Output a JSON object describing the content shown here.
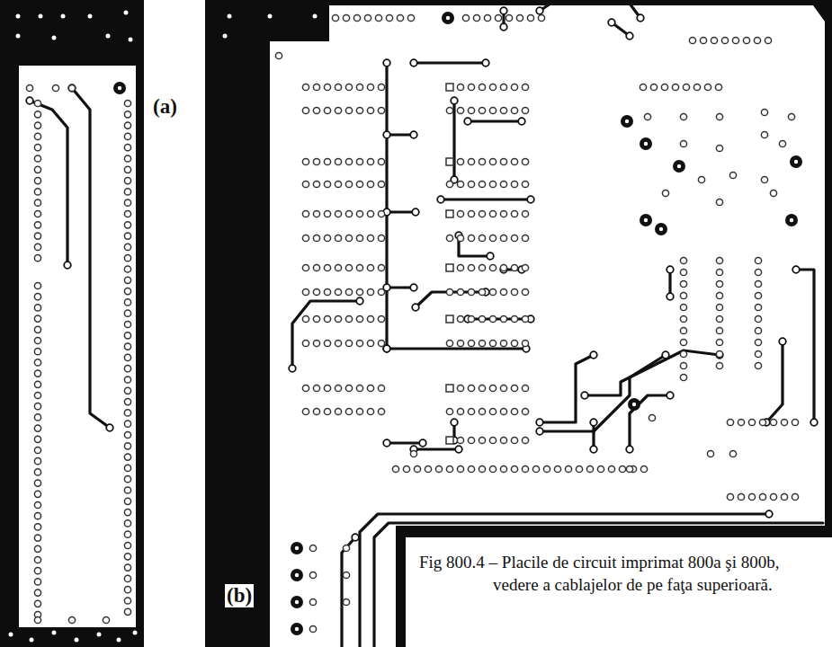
{
  "diagram": {
    "caption": "Fig 800.4 – Placile de circuit imprimat 800a şi 800b, vedere a cablajelor de pe faţa superioară.",
    "labels": [
      "(a)",
      "(b)"
    ]
  }
}
